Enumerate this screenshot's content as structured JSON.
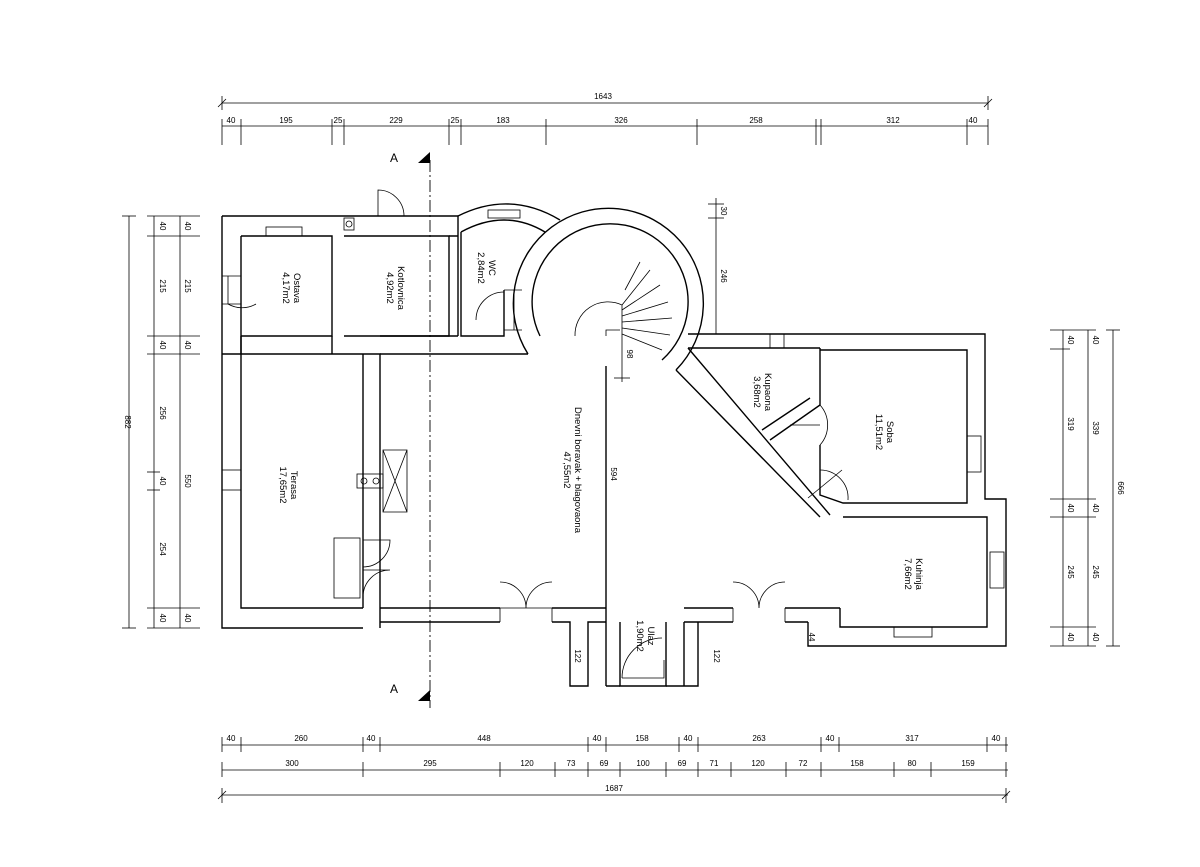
{
  "rooms": {
    "ostava": {
      "name": "Ostava",
      "area": "4,17m2"
    },
    "kotlovnica": {
      "name": "Kotlovnica",
      "area": "4,92m2"
    },
    "wc": {
      "name": "WC",
      "area": "2,84m2"
    },
    "kupaona": {
      "name": "Kupaona",
      "area": "3,68m2"
    },
    "soba": {
      "name": "Soba",
      "area": "11,51m2"
    },
    "terasa": {
      "name": "Terasa",
      "area": "17,65m2"
    },
    "dnevni": {
      "name": "Dnevni boravak + blagovaona",
      "area": "47,55m2"
    },
    "kuhinja": {
      "name": "Kuhinja",
      "area": "7,66m2"
    },
    "ulaz": {
      "name": "Ulaz",
      "area": "1,90m2"
    }
  },
  "section_marks": {
    "top": "A",
    "bottom": "A"
  },
  "dimensions": {
    "top_total": "1643",
    "top_row": [
      "40",
      "195",
      "25",
      "229",
      "25",
      "183",
      "326",
      "258",
      "312",
      "40"
    ],
    "bottom_row1": [
      "40",
      "260",
      "40",
      "448",
      "40",
      "158",
      "40",
      "263",
      "40",
      "317",
      "40"
    ],
    "bottom_row2": [
      "300",
      "295",
      "120",
      "73",
      "69",
      "100",
      "69",
      "71",
      "120",
      "72",
      "158",
      "80",
      "159"
    ],
    "bottom_total": "1687",
    "left_total": "882",
    "left_inner": [
      "40",
      "215",
      "40",
      "256",
      "40",
      "254",
      "40"
    ],
    "left_outer": [
      "40",
      "215",
      "40",
      "550",
      "40"
    ],
    "right_total": "666",
    "right_inner": [
      "40",
      "319",
      "40",
      "245",
      "40"
    ],
    "right_outer": [
      "40",
      "339",
      "40",
      "245",
      "40"
    ],
    "stair_a": "30",
    "stair_b": "246",
    "stair_c": "98",
    "middle_wall": "594",
    "entry_left": "122",
    "entry_right": "122",
    "kitchen_corner": "44"
  }
}
